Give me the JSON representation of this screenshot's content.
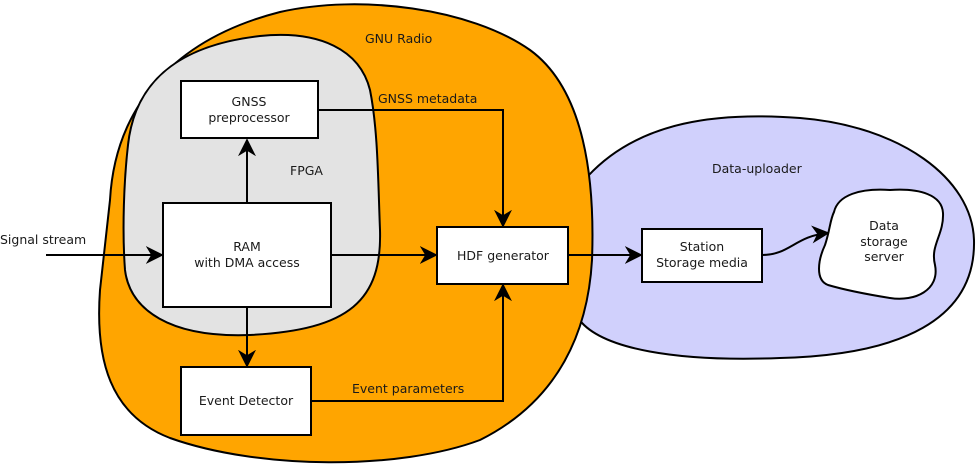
{
  "diagram": {
    "colors": {
      "gnu_radio": "#ffa500",
      "fpga": "#e3e3e3",
      "data_uploader": "#d0d0fc",
      "box": "#ffffff",
      "line": "#000000"
    },
    "regions": {
      "gnu_radio": "GNU Radio",
      "fpga": "FPGA",
      "data_uploader": "Data-uploader"
    },
    "blocks": {
      "gnss_preprocessor": [
        "GNSS",
        "preprocessor"
      ],
      "ram": [
        "RAM",
        "with DMA access"
      ],
      "event_detector": "Event Detector",
      "hdf_generator": "HDF generator",
      "station_storage": [
        "Station",
        "Storage media"
      ],
      "data_storage_server": [
        "Data",
        "storage",
        "server"
      ]
    },
    "edges": {
      "signal_stream": "Signal stream",
      "gnss_metadata": "GNSS metadata",
      "event_parameters": "Event parameters"
    }
  }
}
